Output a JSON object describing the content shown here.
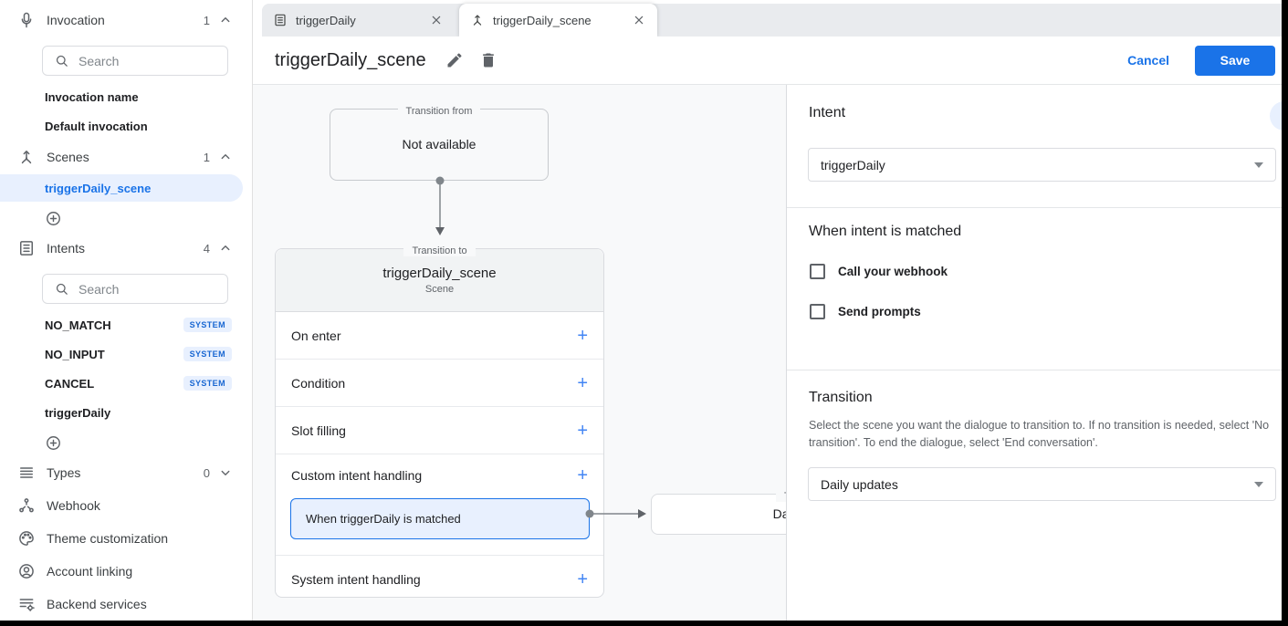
{
  "colors": {
    "accent": "#1a73e8",
    "selection_bg": "#e8f0fe",
    "badge_text": "#1967d2",
    "canvas_bg": "#f8f9fa"
  },
  "tabs": [
    {
      "label": "triggerDaily"
    },
    {
      "label": "triggerDaily_scene"
    }
  ],
  "header": {
    "title": "triggerDaily_scene",
    "cancel_label": "Cancel",
    "save_label": "Save"
  },
  "sidebar": {
    "invocation": {
      "label": "Invocation",
      "count": "1",
      "search_placeholder": "Search",
      "items": [
        "Invocation name",
        "Default invocation"
      ]
    },
    "scenes": {
      "label": "Scenes",
      "count": "1",
      "selected_item": "triggerDaily_scene"
    },
    "intents": {
      "label": "Intents",
      "count": "4",
      "search_placeholder": "Search",
      "items": [
        {
          "name": "NO_MATCH",
          "badge": "SYSTEM"
        },
        {
          "name": "NO_INPUT",
          "badge": "SYSTEM"
        },
        {
          "name": "CANCEL",
          "badge": "SYSTEM"
        },
        {
          "name": "triggerDaily"
        }
      ]
    },
    "types": {
      "label": "Types",
      "count": "0"
    },
    "links": [
      "Webhook",
      "Theme customization",
      "Account linking",
      "Backend services"
    ]
  },
  "canvas": {
    "transition_from": {
      "legend": "Transition from",
      "body": "Not available"
    },
    "scene_card": {
      "legend": "Transition to",
      "title": "triggerDaily_scene",
      "subtitle": "Scene",
      "rows": [
        "On enter",
        "Condition",
        "Slot filling",
        "Custom intent handling"
      ],
      "selected_handler": "When triggerDaily is matched",
      "last_row": "System intent handling",
      "add": "+"
    },
    "target_card": {
      "legend": "Transition to",
      "label": "Daily updates"
    }
  },
  "panel": {
    "intent": {
      "heading": "Intent",
      "value": "triggerDaily"
    },
    "matched": {
      "heading": "When intent is matched",
      "options": [
        "Call your webhook",
        "Send prompts"
      ]
    },
    "transition": {
      "heading": "Transition",
      "help": "Select the scene you want the dialogue to transition to. If no transition is needed, select 'No transition'. To end the dialogue, select 'End conversation'.",
      "value": "Daily updates"
    }
  }
}
